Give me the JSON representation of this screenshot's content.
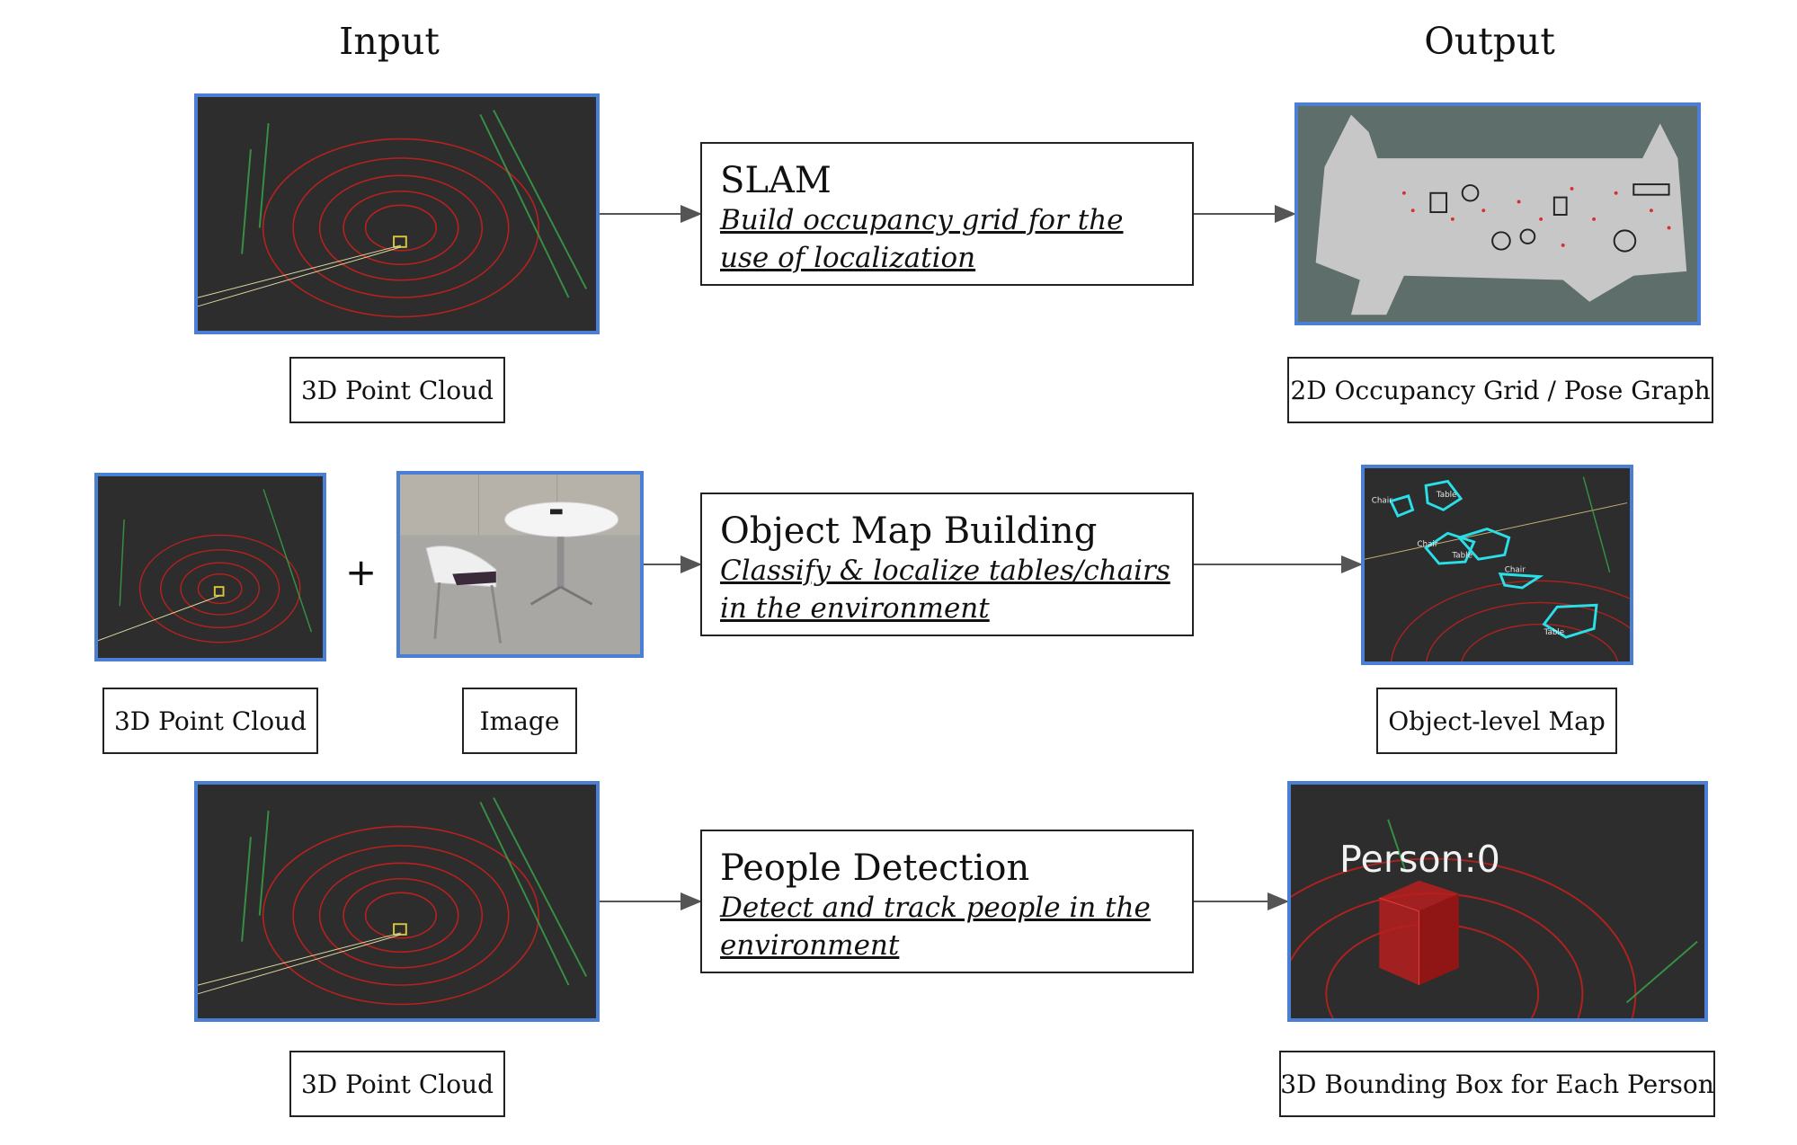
{
  "columns": {
    "input": "Input",
    "output": "Output"
  },
  "rows": [
    {
      "process_title": "SLAM",
      "process_desc": "Build occupancy grid for the use of localization",
      "input_labels": [
        "3D Point Cloud"
      ],
      "output_label": "2D Occupancy Grid / Pose Graph"
    },
    {
      "process_title": "Object Map Building",
      "process_desc": "Classify & localize tables/chairs in the environment",
      "input_labels": [
        "3D Point Cloud",
        "Image"
      ],
      "output_label": "Object-level Map",
      "plus": "+"
    },
    {
      "process_title": "People Detection",
      "process_desc": "Detect and track people in the environment",
      "input_labels": [
        "3D Point Cloud"
      ],
      "output_label": "3D Bounding Box for Each Person"
    }
  ],
  "object_map_tags": [
    "Chair",
    "Table",
    "Chair",
    "Table",
    "Chair",
    "Table"
  ],
  "person_tag": "Person:0",
  "colors": {
    "thumb_border": "#4a7fd4",
    "lidar_bg": "#2d2d2d",
    "lidar_ring": "#c8201c",
    "cyan": "#29e0e8",
    "grid_bg": "#5e6e6a"
  }
}
